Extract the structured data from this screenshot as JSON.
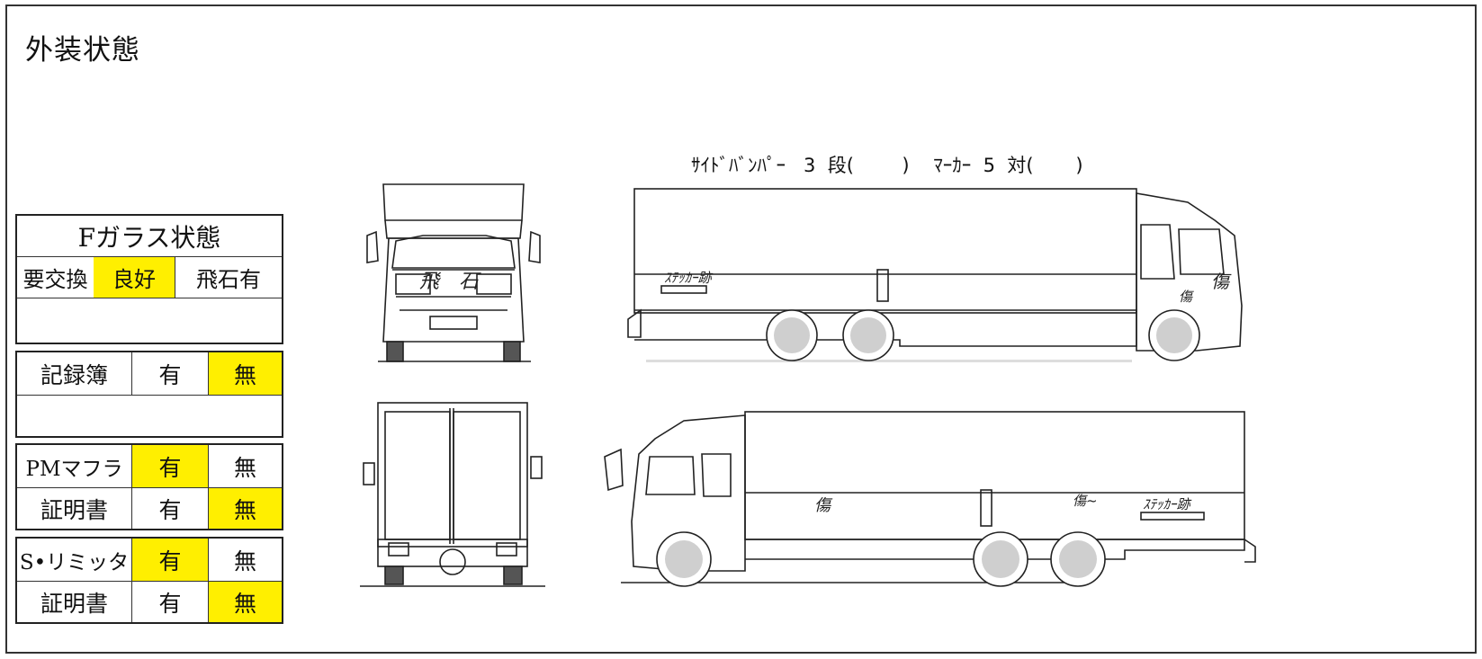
{
  "section_title": "外装状態",
  "fglass": {
    "title": "Fガラス状態",
    "options": [
      "要交換",
      "良好",
      "飛石有"
    ],
    "selected": "良好"
  },
  "record_book": {
    "label": "記録簿",
    "yes": "有",
    "no": "無",
    "selected": "無"
  },
  "pm_muffler": {
    "label": "PMマフラ",
    "yes": "有",
    "no": "無",
    "selected": "有",
    "cert_label": "証明書",
    "cert_yes": "有",
    "cert_no": "無",
    "cert_selected": "無"
  },
  "speed_limiter": {
    "label": "S•リミッタ",
    "yes": "有",
    "no": "無",
    "selected": "有",
    "cert_label": "証明書",
    "cert_yes": "有",
    "cert_no": "無",
    "cert_selected": "無"
  },
  "specs": {
    "side_bumper_label": "ｻｲﾄﾞﾊﾞﾝﾊﾟｰ",
    "side_bumper_count": "3",
    "side_bumper_unit": "段(",
    "side_bumper_close": ")",
    "marker_label": "ﾏｰｶｰ",
    "marker_count": "5",
    "marker_unit": "対(",
    "marker_close": ")"
  },
  "annotations": {
    "front_text": "飛　石",
    "right_sticker": "ｽﾃｯｶｰ跡",
    "right_cab_damage_1": "傷",
    "right_cab_damage_2": "傷",
    "left_damage_1": "傷",
    "left_damage_2": "傷~",
    "left_sticker": "ｽﾃｯｶｰ跡"
  },
  "colors": {
    "highlight": "#ffef00",
    "border": "#222222",
    "wheel": "#cfcfcf"
  }
}
